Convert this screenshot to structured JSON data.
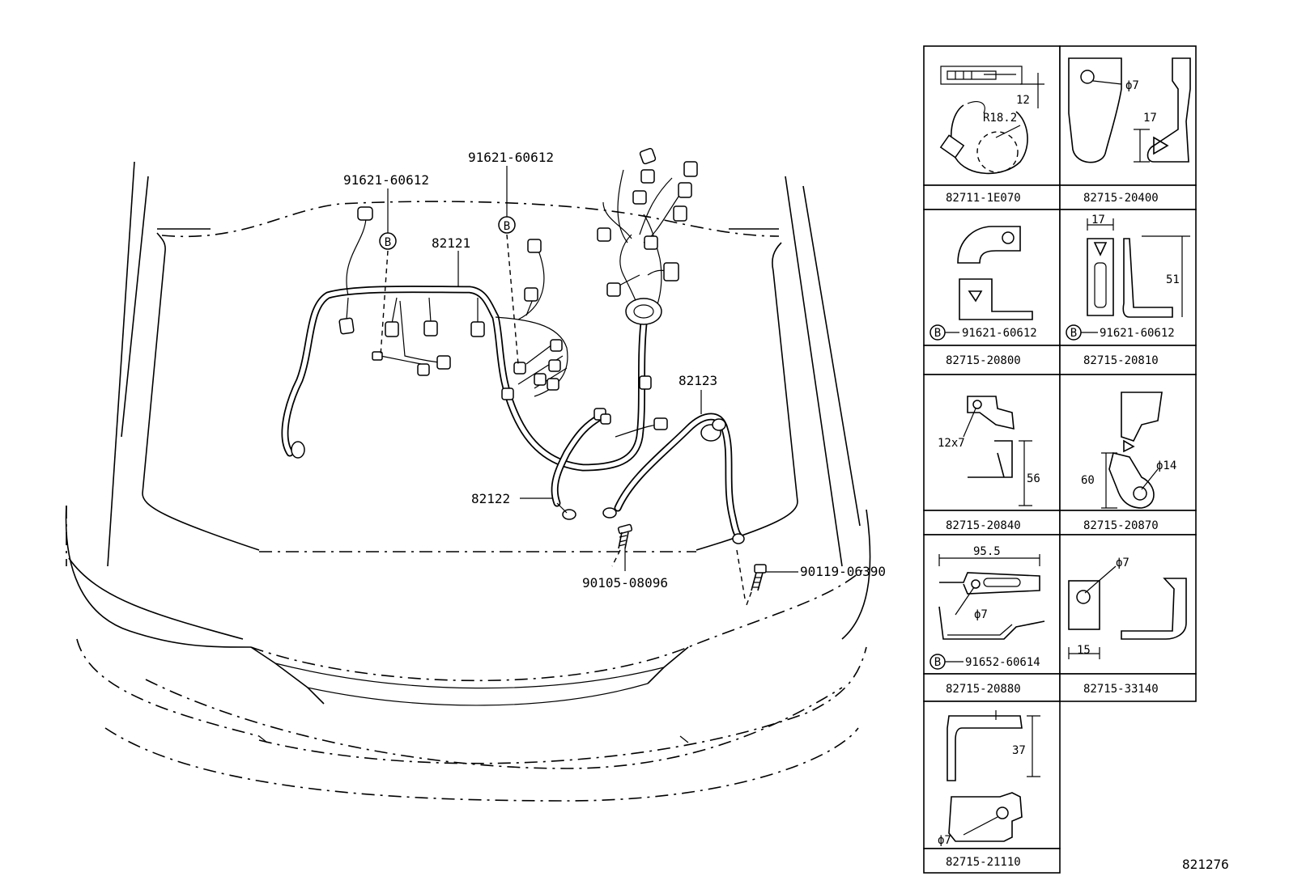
{
  "callouts": {
    "bolt_b_left": "91621-60612",
    "bolt_b_mid": "91621-60612",
    "harness_main": "82121",
    "harness_b": "82122",
    "harness_c": "82123",
    "bolt_front": "90105-08096",
    "bolt_right": "90119-06390",
    "b_marker": "B"
  },
  "parts_table": {
    "cells": [
      {
        "part": "82711-1E070",
        "dims": [
          "12",
          "R18.2"
        ]
      },
      {
        "part": "82715-20400",
        "dims": [
          "ϕ7",
          "17"
        ]
      },
      {
        "part": "82715-20800",
        "bolt": "91621-60612",
        "dims": []
      },
      {
        "part": "82715-20810",
        "bolt": "91621-60612",
        "dims": [
          "17",
          "51"
        ]
      },
      {
        "part": "82715-20840",
        "dims": [
          "12x7",
          "56"
        ]
      },
      {
        "part": "82715-20870",
        "dims": [
          "60",
          "ϕ14"
        ]
      },
      {
        "part": "82715-20880",
        "bolt": "91652-60614",
        "dims": [
          "95.5",
          "ϕ7"
        ]
      },
      {
        "part": "82715-33140",
        "dims": [
          "ϕ7",
          "15"
        ]
      },
      {
        "part": "82715-21110",
        "dims": [
          "37",
          "ϕ7"
        ]
      }
    ]
  },
  "figure_id": "821276"
}
